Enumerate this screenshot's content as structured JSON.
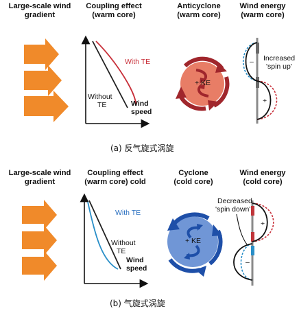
{
  "colors": {
    "arrow_orange": "#f08a2a",
    "warm_red": "#c0353a",
    "warm_fill": "#e87d66",
    "cold_blue": "#1e4fa8",
    "cold_fill": "#7096d6",
    "te_red": "#c8303a",
    "te_blue": "#2a8fc8",
    "energy_bar": "#8a8a8a"
  },
  "panel_a": {
    "col1_title": [
      "Large-scale wind",
      "gradient"
    ],
    "col2_title": [
      "Coupling effect",
      "(warm core)"
    ],
    "col3_title": [
      "Anticyclone",
      "(warm core)"
    ],
    "col4_title": [
      "Wind energy",
      "(warm core)"
    ],
    "with_te": "With TE",
    "without_te": [
      "Without",
      "TE"
    ],
    "wind_speed": [
      "Wind",
      "speed"
    ],
    "ke": "+ KE",
    "increased": [
      "Increased",
      "'spin up'"
    ],
    "minus": "–",
    "plus": "+",
    "caption": "(a) 反气旋式涡旋"
  },
  "panel_b": {
    "col1_title": [
      "Large-scale wind",
      "gradient"
    ],
    "col2_title": [
      "Coupling effect",
      "(warm core) cold"
    ],
    "col3_title": [
      "Cyclone",
      "(cold core)"
    ],
    "col4_title": [
      "Wind energy",
      "(cold core)"
    ],
    "with_te": "With TE",
    "without_te": [
      "Without",
      "TE"
    ],
    "wind_speed": [
      "Wind",
      "speed"
    ],
    "ke": "+ KE",
    "decreased": [
      "Decreased",
      "'spin down'"
    ],
    "minus": "–",
    "plus": "+",
    "caption": "(b) 气旋式涡旋"
  }
}
